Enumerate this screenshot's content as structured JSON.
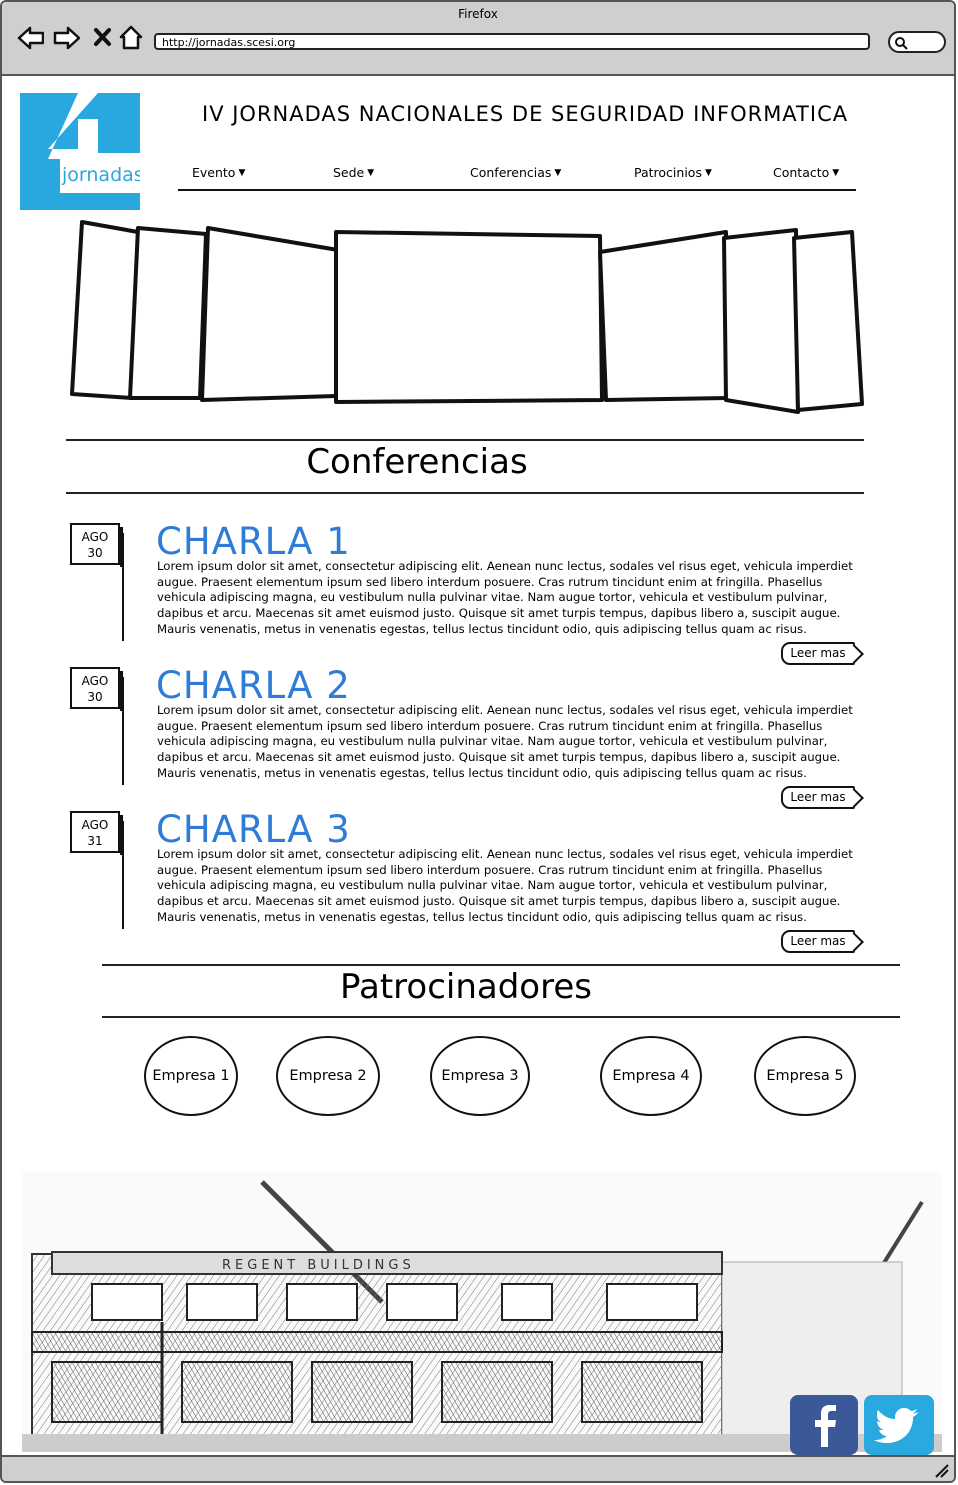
{
  "browser": {
    "window_title": "Firefox",
    "url": "http://jornadas.scesi.org"
  },
  "logo": {
    "text": "jornadas",
    "color": "#29a8e0"
  },
  "site": {
    "title": "IV JORNADAS NACIONALES DE SEGURIDAD INFORMATICA",
    "menu": [
      {
        "label": "Evento"
      },
      {
        "label": "Sede"
      },
      {
        "label": "Conferencias"
      },
      {
        "label": "Patrocinios"
      },
      {
        "label": "Contacto"
      }
    ]
  },
  "conferencias": {
    "heading": "Conferencias",
    "talks": [
      {
        "month": "AGO",
        "day": "30",
        "title": "CHARLA 1",
        "body": "Lorem ipsum dolor sit amet, consectetur adipiscing elit. Aenean nunc lectus, sodales vel risus eget, vehicula imperdiet augue. Praesent elementum ipsum sed libero interdum posuere. Cras rutrum tincidunt enim at fringilla. Phasellus vehicula adipiscing magna, eu vestibulum nulla pulvinar vitae. Nam augue tortor, vehicula et vestibulum pulvinar, dapibus et arcu. Maecenas sit amet euismod justo. Quisque sit amet turpis tempus, dapibus libero a, suscipit augue. Mauris venenatis, metus in venenatis egestas, tellus lectus tincidunt odio, quis adipiscing tellus quam ac risus.",
        "button": "Leer mas"
      },
      {
        "month": "AGO",
        "day": "30",
        "title": "CHARLA 2",
        "body": "Lorem ipsum dolor sit amet, consectetur adipiscing elit. Aenean nunc lectus, sodales vel risus eget, vehicula imperdiet augue. Praesent elementum ipsum sed libero interdum posuere. Cras rutrum tincidunt enim at fringilla. Phasellus vehicula adipiscing magna, eu vestibulum nulla pulvinar vitae. Nam augue tortor, vehicula et vestibulum pulvinar, dapibus et arcu. Maecenas sit amet euismod justo. Quisque sit amet turpis tempus, dapibus libero a, suscipit augue. Mauris venenatis, metus in venenatis egestas, tellus lectus tincidunt odio, quis adipiscing tellus quam ac risus.",
        "button": "Leer mas"
      },
      {
        "month": "AGO",
        "day": "31",
        "title": "CHARLA 3",
        "body": "Lorem ipsum dolor sit amet, consectetur adipiscing elit. Aenean nunc lectus, sodales vel risus eget, vehicula imperdiet augue. Praesent elementum ipsum sed libero interdum posuere. Cras rutrum tincidunt enim at fringilla. Phasellus vehicula adipiscing magna, eu vestibulum nulla pulvinar vitae. Nam augue tortor, vehicula et vestibulum pulvinar, dapibus et arcu. Maecenas sit amet euismod justo. Quisque sit amet turpis tempus, dapibus libero a, suscipit augue. Mauris venenatis, metus in venenatis egestas, tellus lectus tincidunt odio, quis adipiscing tellus quam ac risus.",
        "button": "Leer mas"
      }
    ]
  },
  "patrocinadores": {
    "heading": "Patrocinadores",
    "sponsors": [
      "Empresa 1",
      "Empresa 2",
      "Empresa 3",
      "Empresa 4",
      "Empresa 5"
    ]
  },
  "footer": {
    "building_sign": "REGENT BUILDINGS",
    "social": [
      {
        "name": "facebook-icon",
        "color": "#3b5998"
      },
      {
        "name": "twitter-icon",
        "color": "#2aa9e0"
      }
    ]
  }
}
